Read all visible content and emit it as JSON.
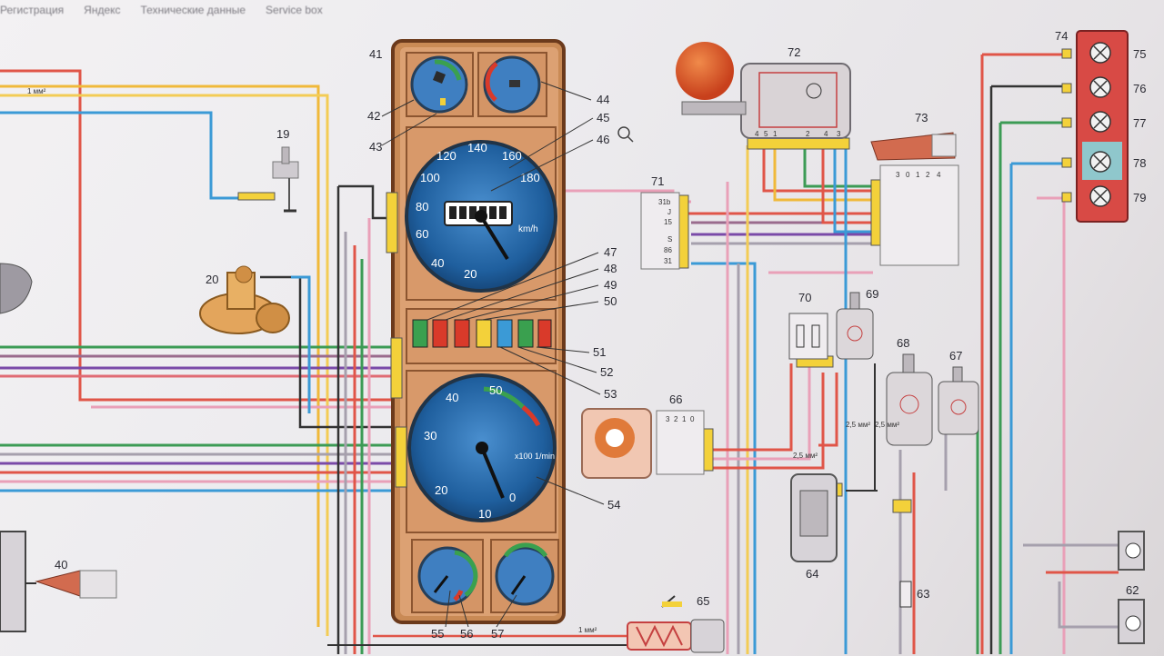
{
  "browser": {
    "tabs": [
      "Регистрация",
      "Яндекс",
      "Технические данные",
      "Service box"
    ]
  },
  "diagram": {
    "component_labels": [
      "41",
      "42",
      "43",
      "44",
      "45",
      "46",
      "47",
      "48",
      "49",
      "50",
      "51",
      "52",
      "53",
      "54",
      "55",
      "56",
      "57",
      "19",
      "20",
      "40",
      "62",
      "63",
      "64",
      "65",
      "66",
      "67",
      "68",
      "69",
      "70",
      "71",
      "72",
      "73",
      "74",
      "75",
      "76",
      "77",
      "78",
      "79"
    ],
    "wire_sizes": [
      "1 мм²",
      "2,5 мм²",
      "2,5 мм²",
      "2,5 мм²",
      "1 мм²"
    ],
    "speedometer": {
      "unit": "km/h",
      "ticks": [
        "20",
        "40",
        "60",
        "80",
        "100",
        "120",
        "140",
        "160",
        "180"
      ]
    },
    "tachometer": {
      "unit": "x100 1/min",
      "ticks": [
        "0",
        "10",
        "20",
        "30",
        "40",
        "50"
      ]
    },
    "switch_66_positions": [
      "3",
      "2",
      "1",
      "0"
    ],
    "switch_71_terminals": [
      "31b",
      "J",
      "15",
      "S",
      "86",
      "31"
    ],
    "relay_72_terminals": [
      "4",
      "5",
      "1",
      "2",
      "4",
      "3"
    ],
    "switch_73_positions": [
      "3",
      "0",
      "1",
      "2",
      "4"
    ]
  },
  "icons": [
    "magnifier-icon"
  ]
}
